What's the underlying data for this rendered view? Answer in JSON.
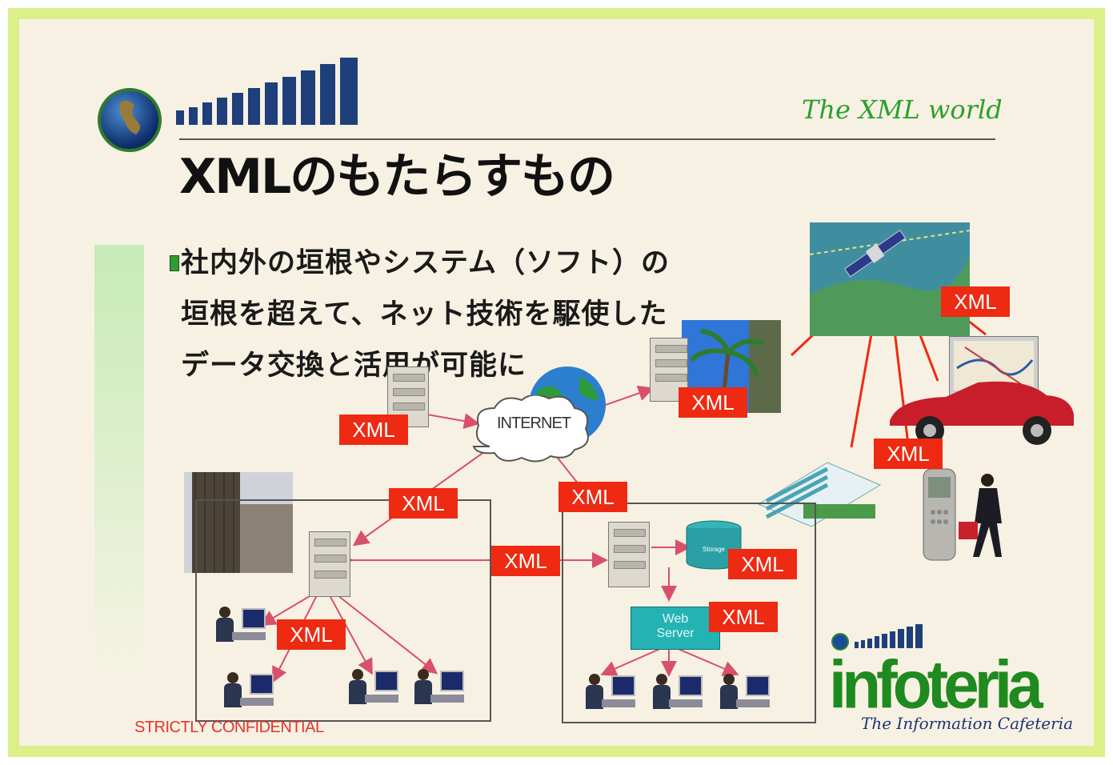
{
  "header": {
    "title": "XMLのもたらすもの",
    "subtitle": "The XML world"
  },
  "body": {
    "bullet_lines": [
      "社内外の垣根やシステム（ソフト）の",
      "垣根を超えて、ネット技術を駆使した",
      "データ交換と活用が可能に"
    ]
  },
  "diagram": {
    "internet_label": "INTERNET",
    "xml_label": "XML",
    "storage_label": "Storage",
    "web_server_label": "Web Server"
  },
  "footer": {
    "confidential": "STRICTLY CONFIDENTIAL",
    "logo": "infoteria",
    "logo_tagline": "The Information Cafeteria"
  },
  "colors": {
    "border": "#dbf08a",
    "background": "#f7f1e3",
    "xml_badge": "#ee2a12",
    "arrow": "#d9506a",
    "logo_green": "#1f8a1f",
    "subtitle_green": "#2ca02c"
  },
  "icons": [
    "globe-icon",
    "signal-bars-icon",
    "satellite-icon",
    "car-icon",
    "phone-icon",
    "building-icon",
    "server-icon",
    "user-workstation-icon",
    "database-icon"
  ]
}
